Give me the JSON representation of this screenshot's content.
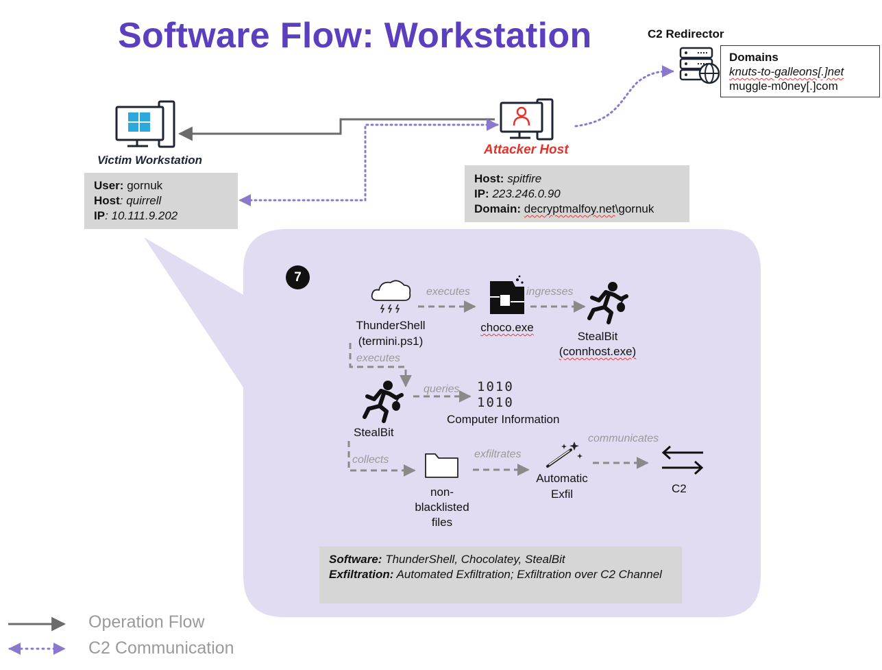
{
  "title": "Software Flow: Workstation",
  "c2_redirector": {
    "label": "C2 Redirector",
    "domains_header": "Domains",
    "domains": [
      "knuts-to-galleons[.]net",
      "muggle-m0ney[.]com"
    ]
  },
  "victim": {
    "label": "Victim Workstation",
    "user_key": "User:",
    "user_val": "gornuk",
    "host_key": "Host",
    "host_val": ": quirrell",
    "ip_key": "IP",
    "ip_val": ": 10.111.9.202"
  },
  "attacker": {
    "label": "Attacker Host",
    "host_key": "Host:",
    "host_val": "spitfire",
    "ip_key": "IP:",
    "ip_val": "223.246.0.90",
    "domain_key": "Domain:",
    "domain_val": "decryptmalfoy.net",
    "domain_suffix": "\\gornuk"
  },
  "flow": {
    "step": "7",
    "nodes": {
      "thundershell": [
        "ThunderShell",
        "(termini.ps1)"
      ],
      "choco": "choco.exe",
      "stealbit_top": [
        "StealBit",
        "(connhost.exe)"
      ],
      "stealbit": "StealBit",
      "computer_info": "Computer Information",
      "files": [
        "non-",
        "blacklisted",
        "files"
      ],
      "auto_exfil": [
        "Automatic",
        "Exfil"
      ],
      "c2": "C2"
    },
    "edges": {
      "executes1": "executes",
      "ingresses": "ingresses",
      "executes2": "executes",
      "queries": "queries",
      "collects": "collects",
      "exfiltrates": "exfiltrates",
      "communicates": "communicates"
    }
  },
  "summary": {
    "software_key": "Software:",
    "software_val": "ThunderShell, Chocolatey, StealBit",
    "exfil_key": "Exfiltration:",
    "exfil_val": "Automated Exfiltration; Exfiltration over C2 Channel"
  },
  "legend": {
    "operation_flow": "Operation Flow",
    "c2_communication": "C2 Communication"
  },
  "colors": {
    "title": "#5b3fbe",
    "attacker": "#e4322b",
    "bubble": "#e1dcf2",
    "c2_dots": "#8b78cc",
    "op_flow": "#6b6b6b",
    "dashed": "#8a8a8a"
  }
}
